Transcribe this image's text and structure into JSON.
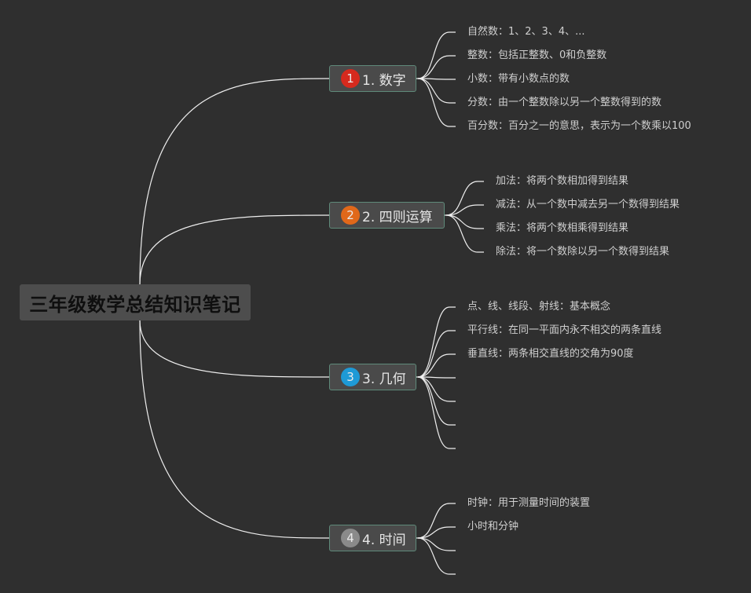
{
  "root": {
    "title": "三年级数学总结知识笔记"
  },
  "colors": {
    "background": "#2f2f2f",
    "node_border": "#5f8a7a",
    "line": "#eeeeee"
  },
  "branches": [
    {
      "number": "1",
      "label": "1. 数字",
      "badge_color": "#d62a1e",
      "leaves": [
        "自然数：1、2、3、4、...",
        "整数：包括正整数、0和负整数",
        "小数：带有小数点的数",
        "分数：由一个整数除以另一个整数得到的数",
        "百分数：百分之一的意思，表示为一个数乘以100"
      ]
    },
    {
      "number": "2",
      "label": "2. 四则运算",
      "badge_color": "#e0681a",
      "leaves": [
        "加法：将两个数相加得到结果",
        "减法：从一个数中减去另一个数得到结果",
        "乘法：将两个数相乘得到结果",
        "除法：将一个数除以另一个数得到结果"
      ]
    },
    {
      "number": "3",
      "label": "3. 几何",
      "badge_color": "#1e9ad6",
      "leaves": [
        "点、线、线段、射线：基本概念",
        "平行线：在同一平面内永不相交的两条直线",
        "垂直线：两条相交直线的交角为90度",
        "",
        "",
        "",
        ""
      ]
    },
    {
      "number": "4",
      "label": "4. 时间",
      "badge_color": "#8a8a8a",
      "leaves": [
        "时钟：用于测量时间的装置",
        "小时和分钟",
        "",
        ""
      ]
    }
  ]
}
